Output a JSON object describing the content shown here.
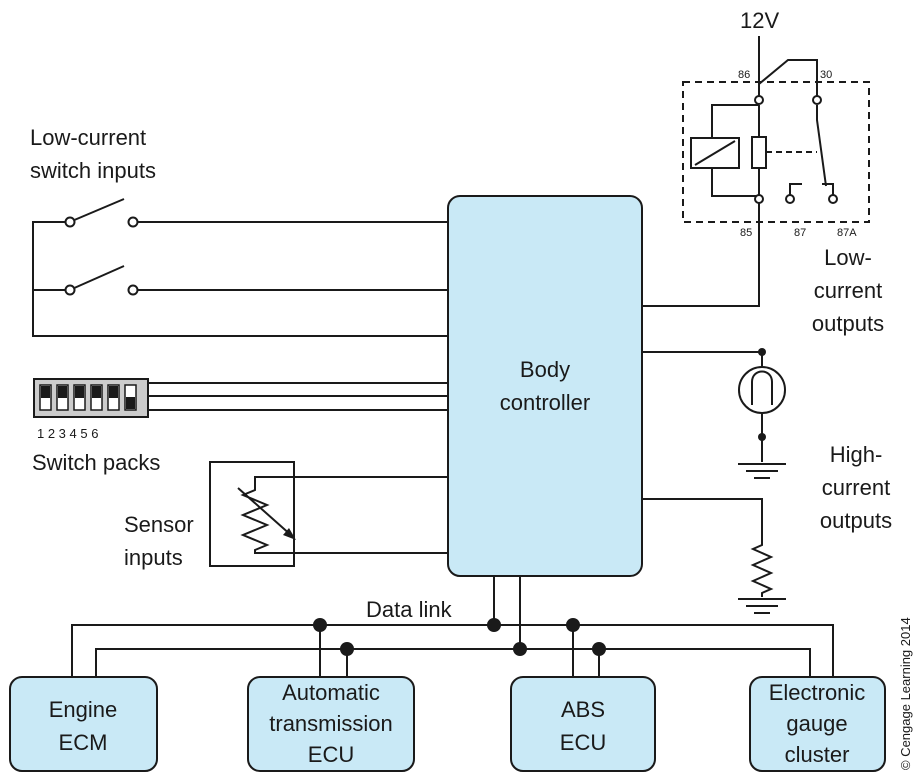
{
  "labels": {
    "supply": "12V",
    "low_inputs_1": "Low-current",
    "low_inputs_2": "switch inputs",
    "switch_packs": "Switch packs",
    "switch_numbers": "1 2 3 4 5 6",
    "sensor_1": "Sensor",
    "sensor_2": "inputs",
    "body_1": "Body",
    "body_2": "controller",
    "low_out_1": "Low-",
    "low_out_2": "current",
    "low_out_3": "outputs",
    "high_out_1": "High-",
    "high_out_2": "current",
    "high_out_3": "outputs",
    "data_link": "Data link",
    "copyright": "© Cengage Learning 2014"
  },
  "relay_pins": {
    "p86": "86",
    "p30": "30",
    "p85": "85",
    "p87": "87",
    "p87a": "87A"
  },
  "modules": [
    {
      "lines": [
        "Engine",
        "ECM"
      ]
    },
    {
      "lines": [
        "Automatic",
        "transmission",
        "ECU"
      ]
    },
    {
      "lines": [
        "ABS",
        "ECU"
      ]
    },
    {
      "lines": [
        "Electronic",
        "gauge",
        "cluster"
      ]
    }
  ],
  "colors": {
    "module_fill": "#c9e9f6",
    "line": "#1a1a1a"
  }
}
